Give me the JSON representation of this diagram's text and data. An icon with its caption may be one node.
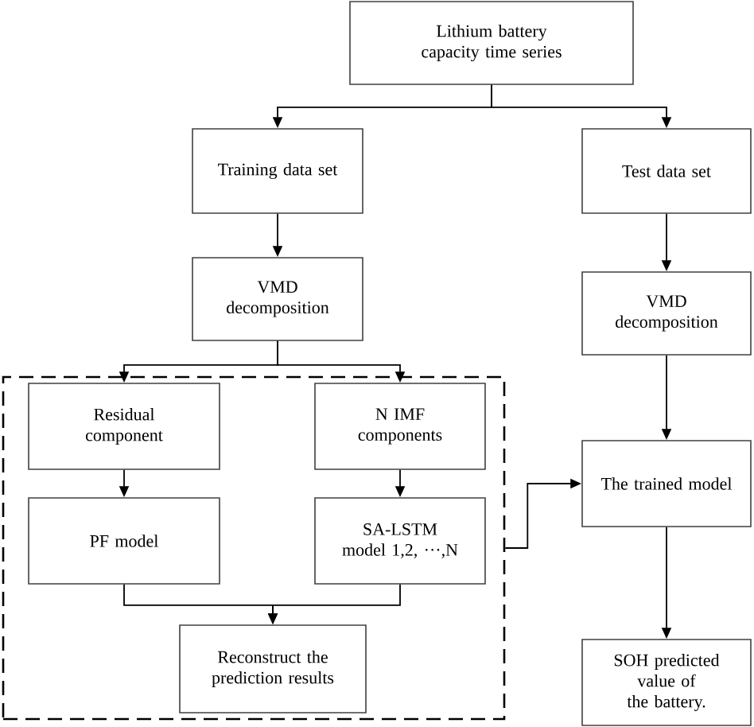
{
  "diagram": {
    "nodes": [
      {
        "text": [
          "Lithium battery capacity time series"
        ]
      },
      {
        "text": [
          "Training data set"
        ]
      },
      {
        "text": [
          "Test data set"
        ]
      },
      {
        "text": [
          "VMD decomposition"
        ]
      },
      {
        "text": [
          "VMD decomposition"
        ]
      },
      {
        "text": [],
        "shape": "box"
      },
      {
        "text": [
          "Residual component"
        ],
        "in": 5
      },
      {
        "text": [
          "N IMF components"
        ],
        "in": 5
      },
      {
        "text": [
          "PF model"
        ],
        "in": 5
      },
      {
        "text": [
          "SA-LSTM model 1,2, ···,N"
        ],
        "in": 5
      },
      {
        "text": [
          "Reconstruct the prediction results"
        ],
        "in": 5
      },
      {
        "text": [
          "The trained model"
        ]
      },
      {
        "text": [
          "SOH predicted value of the battery."
        ]
      }
    ],
    "edges": [
      {
        "from": 0,
        "to": 1,
        "arrow": "to"
      },
      {
        "from": 0,
        "to": 2,
        "arrow": "to"
      },
      {
        "from": 1,
        "to": 3,
        "arrow": "to"
      },
      {
        "from": 2,
        "to": 4,
        "arrow": "to"
      },
      {
        "from": 3,
        "to": 6,
        "arrow": "to"
      },
      {
        "from": 3,
        "to": 7,
        "arrow": "to"
      },
      {
        "from": 6,
        "to": 8,
        "arrow": "to"
      },
      {
        "from": 7,
        "to": 9,
        "arrow": "to"
      },
      {
        "from": 8,
        "to": 10,
        "arrow": "to"
      },
      {
        "from": 9,
        "to": 10,
        "arrow": "to"
      },
      {
        "from": 4,
        "to": 11,
        "arrow": "to"
      },
      {
        "from": 11,
        "to": 12,
        "arrow": "to"
      },
      {
        "from": 5,
        "to": 11,
        "arrow": "to"
      }
    ]
  }
}
